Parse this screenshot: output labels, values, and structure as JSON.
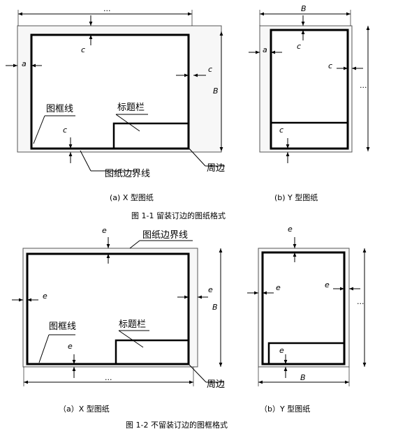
{
  "figure1": {
    "caption": "图 1-1  留装订边的图纸格式",
    "sub_a": "(a)  X 型图纸",
    "sub_b": "(b)  Y 型图纸",
    "label_frame": "图框线",
    "label_title_block": "标题栏",
    "label_border": "图纸边界线",
    "label_margin": "周边",
    "dim_a_top": "...",
    "dim_b_top": "B",
    "dim_a_right": "B",
    "dim_b_right": "...",
    "dim_c": "c",
    "dim_a": "a"
  },
  "figure2": {
    "caption": "图 1-2  不留装订边的图框格式",
    "sub_a": "（a）X 型图纸",
    "sub_b": "（b）Y 型图纸",
    "label_frame": "图框线",
    "label_title_block": "标题栏",
    "label_border": "图纸边界线",
    "label_margin": "周边",
    "dim_a_bottom": "...",
    "dim_b_bottom": "B",
    "dim_a_right": "B",
    "dim_b_right": "...",
    "dim_e": "e"
  }
}
